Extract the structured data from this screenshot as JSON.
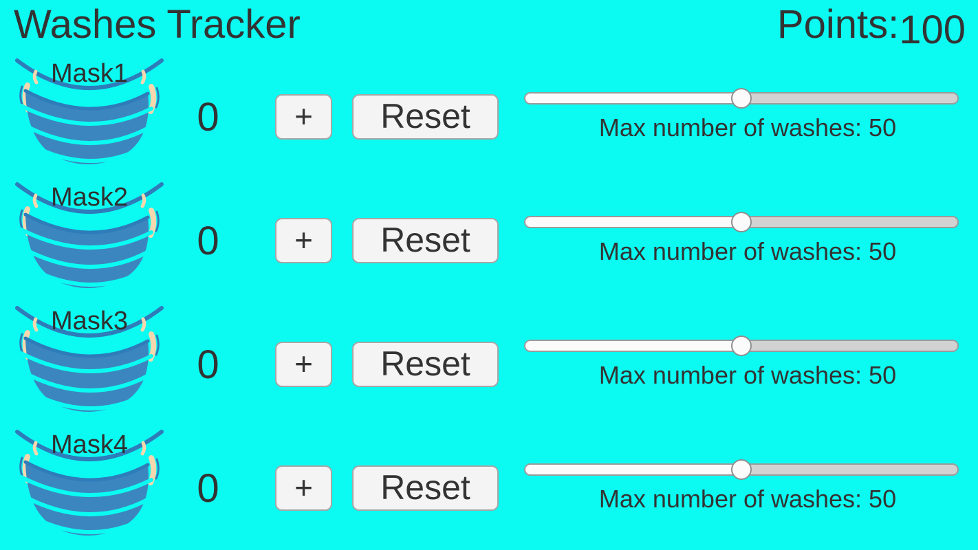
{
  "header": {
    "title": "Washes Tracker",
    "points_label": "Points:",
    "points_value": "100"
  },
  "colors": {
    "background": "#0BFBF2",
    "text": "#333333",
    "mask_blue": "#3C86BF",
    "mask_dark_blue": "#2E7CB9",
    "ear_skin": "#F6D7AE",
    "button_bg": "#F4F4F4",
    "button_border": "#A6A6A6",
    "slider_fill": "#FBFBFB",
    "slider_rest": "#D2D2D2",
    "slider_border": "#9B9B9B"
  },
  "rows": [
    {
      "label": "Mask1",
      "count": "0",
      "plus_label": "+",
      "reset_label": "Reset",
      "slider_percent": 50,
      "max_label": "Max number of washes: 50"
    },
    {
      "label": "Mask2",
      "count": "0",
      "plus_label": "+",
      "reset_label": "Reset",
      "slider_percent": 50,
      "max_label": "Max number of washes: 50"
    },
    {
      "label": "Mask3",
      "count": "0",
      "plus_label": "+",
      "reset_label": "Reset",
      "slider_percent": 50,
      "max_label": "Max number of washes: 50"
    },
    {
      "label": "Mask4",
      "count": "0",
      "plus_label": "+",
      "reset_label": "Reset",
      "slider_percent": 50,
      "max_label": "Max number of washes: 50"
    }
  ]
}
